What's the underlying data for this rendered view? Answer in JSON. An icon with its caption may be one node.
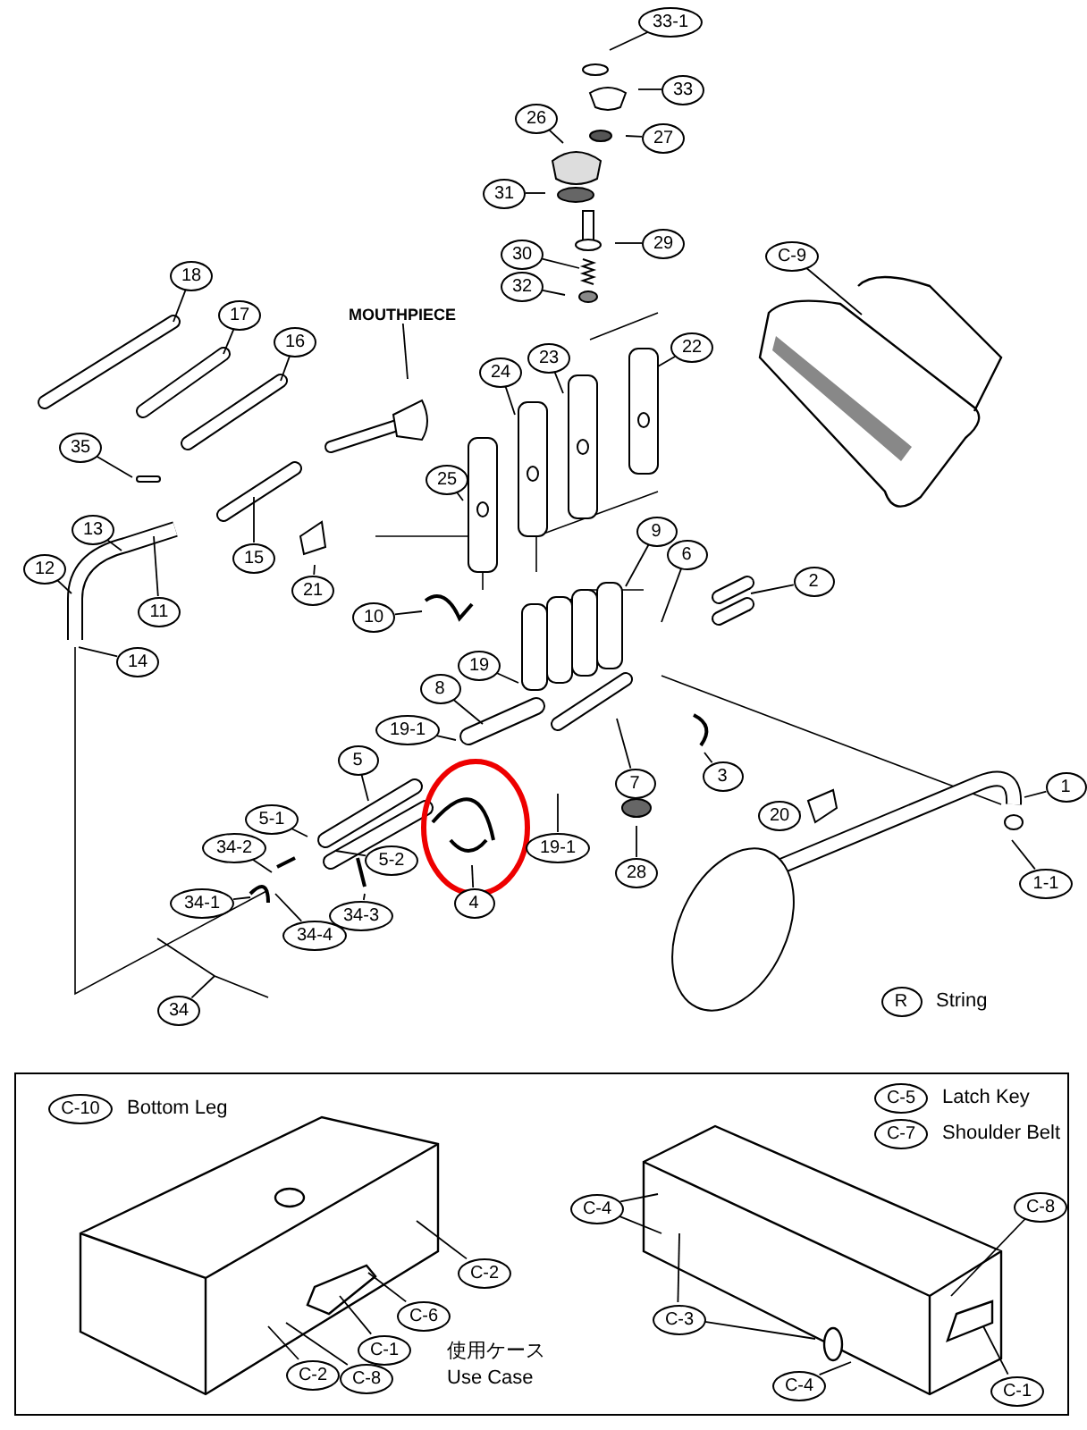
{
  "diagram": {
    "nodes": [
      {
        "text": [
          "33-1"
        ]
      },
      {
        "text": [
          "33"
        ]
      },
      {
        "text": [
          "27"
        ]
      },
      {
        "text": [
          "26"
        ]
      },
      {
        "text": [
          "31"
        ]
      },
      {
        "text": [
          "29"
        ]
      },
      {
        "text": [
          "30"
        ]
      },
      {
        "text": [
          "32"
        ]
      },
      {
        "text": [
          "C-9"
        ]
      },
      {
        "text": [
          "18"
        ]
      },
      {
        "text": [
          "17"
        ]
      },
      {
        "text": [
          "16"
        ]
      },
      {
        "text": [
          "MOUTHPIECE"
        ]
      },
      {
        "text": [
          "24"
        ]
      },
      {
        "text": [
          "23"
        ]
      },
      {
        "text": [
          "22"
        ]
      },
      {
        "text": [
          "25"
        ]
      },
      {
        "text": [
          "35"
        ]
      },
      {
        "text": [
          "13"
        ]
      },
      {
        "text": [
          "12"
        ]
      },
      {
        "text": [
          "11"
        ]
      },
      {
        "text": [
          "15"
        ]
      },
      {
        "text": [
          "21"
        ]
      },
      {
        "text": [
          "9"
        ]
      },
      {
        "text": [
          "6"
        ]
      },
      {
        "text": [
          "2"
        ]
      },
      {
        "text": [
          "10"
        ]
      },
      {
        "text": [
          "14"
        ]
      },
      {
        "text": [
          "19"
        ]
      },
      {
        "text": [
          "8"
        ]
      },
      {
        "text": [
          "19-1"
        ]
      },
      {
        "text": [
          "5"
        ]
      },
      {
        "text": [
          "7"
        ]
      },
      {
        "text": [
          "3"
        ]
      },
      {
        "text": [
          "20"
        ]
      },
      {
        "text": [
          "1"
        ]
      },
      {
        "text": [
          "1-1"
        ]
      },
      {
        "text": [
          "19-1"
        ]
      },
      {
        "text": [
          "28"
        ]
      },
      {
        "text": [
          "5-1"
        ]
      },
      {
        "text": [
          "5-2"
        ]
      },
      {
        "text": [
          "34-2"
        ]
      },
      {
        "text": [
          "34-1"
        ]
      },
      {
        "text": [
          "34-3"
        ]
      },
      {
        "text": [
          "34-4"
        ]
      },
      {
        "text": [
          "4"
        ]
      },
      {
        "text": [
          "34"
        ]
      },
      {
        "text": [
          "R"
        ],
        "beside": [
          "String"
        ]
      },
      {
        "text": [],
        "shape": "box"
      },
      {
        "text": [
          "C-10"
        ],
        "beside": [
          "Bottom Leg"
        ],
        "in": 48
      },
      {
        "text": [
          "C-5"
        ],
        "beside": [
          "Latch Key"
        ],
        "in": 48
      },
      {
        "text": [
          "C-7"
        ],
        "beside": [
          "Shoulder Belt"
        ],
        "in": 48
      },
      {
        "text": [
          "C-4"
        ],
        "in": 48
      },
      {
        "text": [
          "C-2"
        ],
        "in": 48
      },
      {
        "text": [
          "C-8"
        ],
        "in": 48
      },
      {
        "text": [
          "C-6"
        ],
        "in": 48
      },
      {
        "text": [
          "C-3"
        ],
        "in": 48
      },
      {
        "text": [
          "C-1"
        ],
        "in": 48
      },
      {
        "text": [
          "C-2"
        ],
        "in": 48
      },
      {
        "text": [
          "C-8"
        ],
        "in": 48
      },
      {
        "text": [
          "C-4"
        ],
        "in": 48
      },
      {
        "text": [
          "C-1"
        ],
        "in": 48
      }
    ],
    "edges": [
      {
        "from": 0,
        "to": null,
        "arrow": "none"
      },
      {
        "from": 1,
        "to": null,
        "arrow": "none"
      },
      {
        "from": 2,
        "to": null,
        "arrow": "none"
      },
      {
        "from": 3,
        "to": null,
        "arrow": "none"
      },
      {
        "from": 4,
        "to": null,
        "arrow": "none"
      },
      {
        "from": 5,
        "to": null,
        "arrow": "none"
      },
      {
        "from": 6,
        "to": null,
        "arrow": "none"
      },
      {
        "from": 7,
        "to": null,
        "arrow": "none"
      },
      {
        "from": 8,
        "to": null,
        "arrow": "none"
      },
      {
        "from": 9,
        "to": null,
        "arrow": "none"
      },
      {
        "from": 10,
        "to": null,
        "arrow": "none"
      },
      {
        "from": 11,
        "to": null,
        "arrow": "none"
      },
      {
        "from": 12,
        "to": null,
        "arrow": "none"
      },
      {
        "from": 13,
        "to": null,
        "arrow": "none"
      },
      {
        "from": 14,
        "to": null,
        "arrow": "none"
      },
      {
        "from": 15,
        "to": null,
        "arrow": "none"
      },
      {
        "from": 16,
        "to": null,
        "arrow": "none"
      },
      {
        "from": 17,
        "to": null,
        "arrow": "none"
      },
      {
        "from": 18,
        "to": null,
        "arrow": "none"
      },
      {
        "from": 19,
        "to": null,
        "arrow": "none"
      },
      {
        "from": 20,
        "to": null,
        "arrow": "none"
      },
      {
        "from": 21,
        "to": null,
        "arrow": "none"
      },
      {
        "from": 22,
        "to": null,
        "arrow": "none"
      },
      {
        "from": 23,
        "to": null,
        "arrow": "none"
      },
      {
        "from": 24,
        "to": null,
        "arrow": "none"
      },
      {
        "from": 25,
        "to": null,
        "arrow": "none"
      },
      {
        "from": 26,
        "to": null,
        "arrow": "none"
      },
      {
        "from": 27,
        "to": null,
        "arrow": "none"
      },
      {
        "from": 28,
        "to": null,
        "arrow": "none"
      },
      {
        "from": 29,
        "to": null,
        "arrow": "none"
      },
      {
        "from": 30,
        "to": null,
        "arrow": "none"
      },
      {
        "from": 31,
        "to": null,
        "arrow": "none"
      },
      {
        "from": 32,
        "to": null,
        "arrow": "none"
      },
      {
        "from": 33,
        "to": null,
        "arrow": "none"
      },
      {
        "from": 34,
        "to": null,
        "arrow": "none"
      },
      {
        "from": 35,
        "to": null,
        "arrow": "none"
      },
      {
        "from": 36,
        "to": null,
        "arrow": "none"
      },
      {
        "from": 37,
        "to": null,
        "arrow": "none"
      },
      {
        "from": 38,
        "to": null,
        "arrow": "none"
      },
      {
        "from": 39,
        "to": null,
        "arrow": "none"
      },
      {
        "from": 40,
        "to": null,
        "arrow": "none"
      },
      {
        "from": 41,
        "to": null,
        "arrow": "none"
      },
      {
        "from": 42,
        "to": null,
        "arrow": "none"
      },
      {
        "from": 43,
        "to": null,
        "arrow": "none"
      },
      {
        "from": 44,
        "to": null,
        "arrow": "none"
      },
      {
        "from": 45,
        "to": null,
        "arrow": "none"
      },
      {
        "from": 46,
        "to": null,
        "arrow": "none"
      },
      {
        "from": 52,
        "to": null,
        "arrow": "none"
      },
      {
        "from": 52,
        "to": null,
        "arrow": "none"
      },
      {
        "from": 53,
        "to": null,
        "arrow": "none"
      },
      {
        "from": 54,
        "to": null,
        "arrow": "none"
      },
      {
        "from": 55,
        "to": null,
        "arrow": "none"
      },
      {
        "from": 56,
        "to": null,
        "arrow": "none"
      },
      {
        "from": 56,
        "to": null,
        "arrow": "none"
      },
      {
        "from": 57,
        "to": null,
        "arrow": "none"
      },
      {
        "from": 58,
        "to": null,
        "arrow": "none"
      },
      {
        "from": 59,
        "to": null,
        "arrow": "none"
      },
      {
        "from": 60,
        "to": null,
        "arrow": "none"
      },
      {
        "from": 61,
        "to": null,
        "arrow": "none"
      }
    ],
    "labels": [
      "使用ケース",
      "Use Case"
    ]
  }
}
